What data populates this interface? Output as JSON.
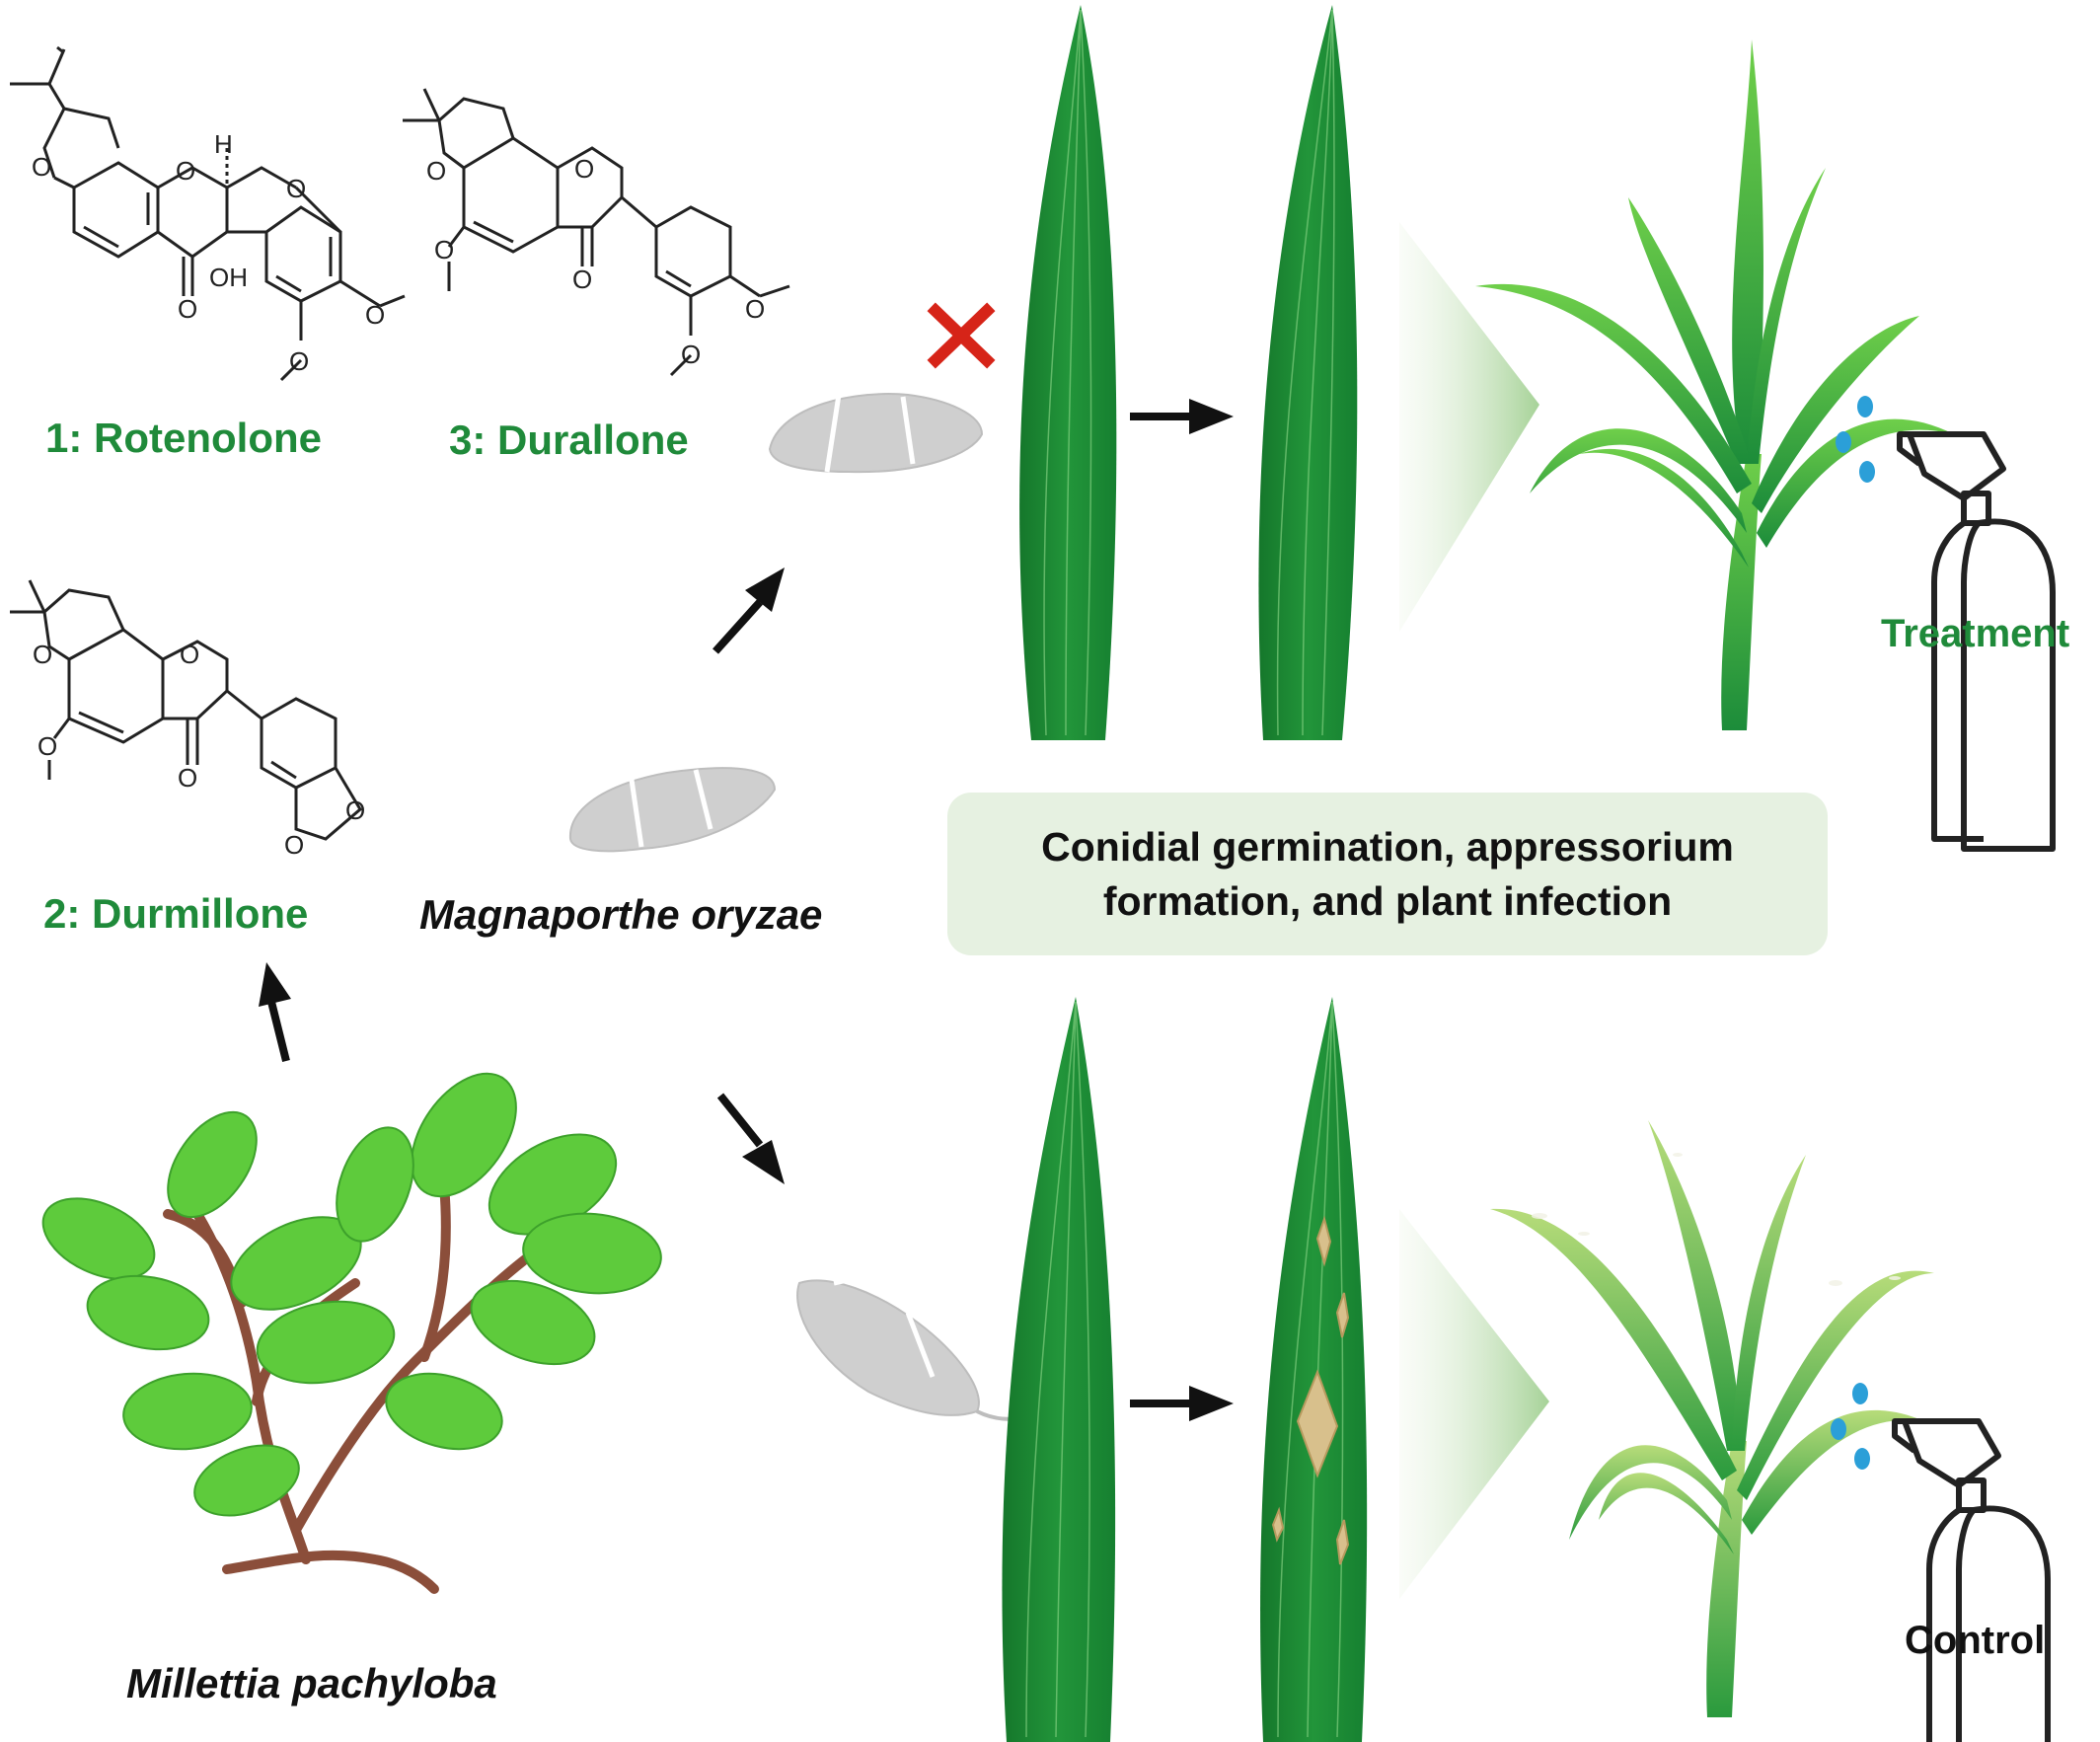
{
  "compounds": [
    {
      "label": "1: Rotenolone",
      "atoms": {
        "h": "H",
        "oh": "OH"
      }
    },
    {
      "label": "3: Durallone"
    },
    {
      "label": "2: Durmillone"
    }
  ],
  "organisms": {
    "fungus": "Magnaporthe oryzae",
    "plant_source": "Millettia pachyloba"
  },
  "process_box": {
    "line1": "Conidial germination, appressorium",
    "line2": "formation, and plant infection"
  },
  "outcomes": {
    "treated": "Treatment",
    "untreated": "Control"
  },
  "colors": {
    "label_green": "#1f8a3a",
    "leaf_dark": "#1e8a33",
    "leaf_light": "#4fc13a",
    "spore_gray": "#cfcfcf",
    "inhibit_red": "#d62418",
    "box_fill": "#e6f1e1",
    "lesion": "#d8c08c"
  },
  "icons": [
    "blocked-x-icon",
    "spray-bottle-icon",
    "arrow-icon"
  ]
}
